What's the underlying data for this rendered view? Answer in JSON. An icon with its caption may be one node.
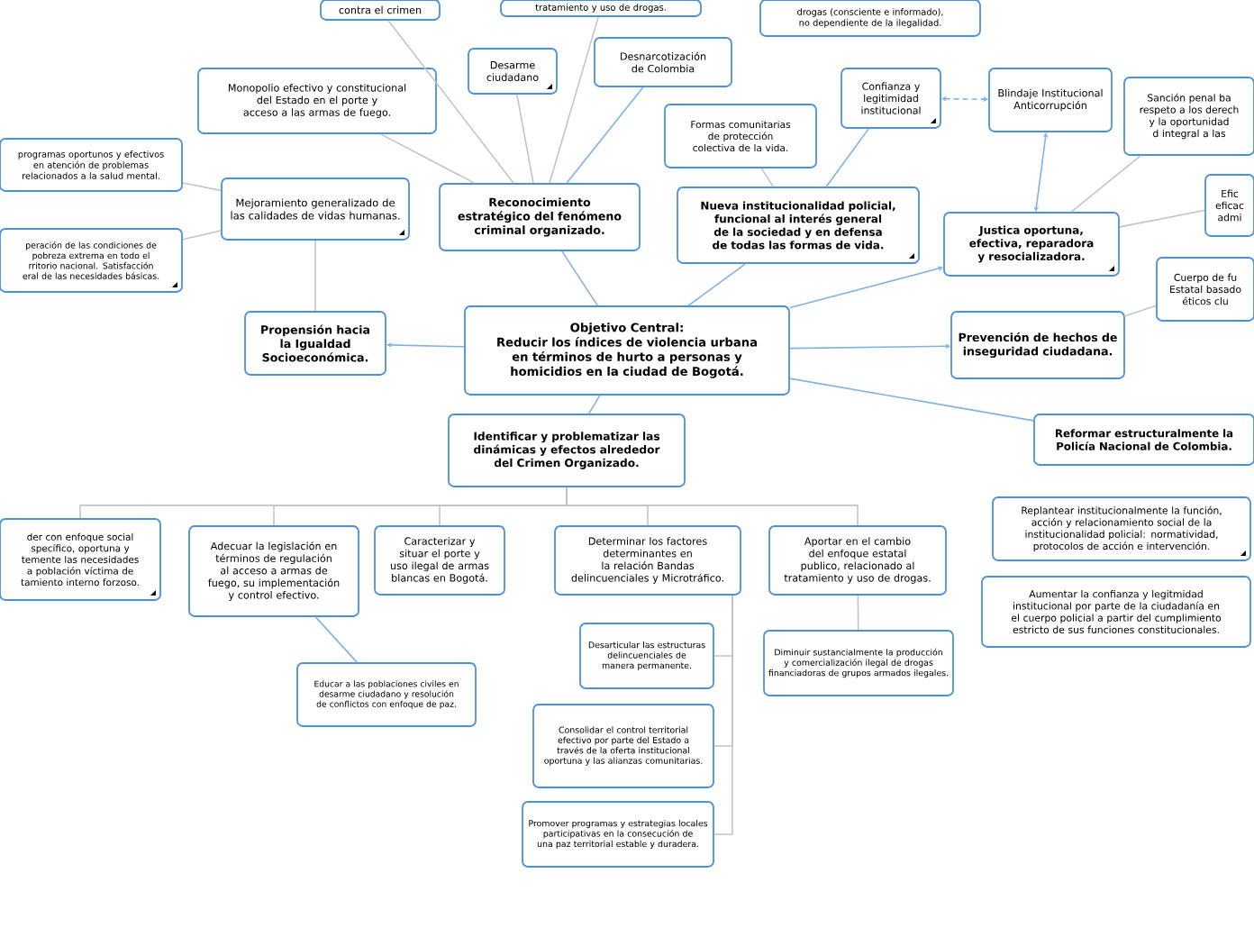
{
  "diagram": {
    "nodes": [
      {
        "text": [
          "Objetivo Central:",
          "Reducir los índices de violencia urbana en términos de hurto a personas y homicidios en la ciudad de Bogotá."
        ]
      },
      {
        "text": [
          "Reconocimiento estratégico del fenómeno criminal organizado."
        ]
      },
      {
        "text": [
          "contra el crimen"
        ]
      },
      {
        "text": [
          "tratamiento y uso de drogas."
        ]
      },
      {
        "text": [
          "Desarme ciudadano"
        ]
      },
      {
        "text": [
          "Desnarcotización de Colombia"
        ]
      },
      {
        "text": [
          "Monopolio efectivo y constitucional del Estado en el porte y acceso a las armas de fuego."
        ]
      },
      {
        "text": [
          "Mejoramiento generalizado de las calidades de vidas humanas."
        ]
      },
      {
        "text": [
          "programas oportunos y efectivos en atención de problemas relacionados a la salud mental."
        ]
      },
      {
        "text": [
          "peración de las condiciones de pobreza extrema en todo el rritorio nacional. Satisfacción eral de las necesidades básicas."
        ]
      },
      {
        "text": [
          "Propensión hacia la Igualdad Socioeconómica."
        ]
      },
      {
        "text": [
          "drogas (consciente e informado), no dependiente de la ilegalidad."
        ]
      },
      {
        "text": [
          "Formas comunitarias de protección colectiva de la vida."
        ]
      },
      {
        "text": [
          "Confianza y legitimidad institucional"
        ]
      },
      {
        "text": [
          "Blindaje Institucional Anticorrupción"
        ]
      },
      {
        "text": [
          "Sanción penal ba respeto a los derech y la oportunidad d integral a las"
        ]
      },
      {
        "text": [
          "Nueva institucionalidad policial, funcional al interés general de la sociedad y en defensa de todas las formas de vida."
        ]
      },
      {
        "text": [
          "Justica oportuna, efectiva, reparadora y resocializadora."
        ]
      },
      {
        "text": [
          "Efic eficac admi"
        ]
      },
      {
        "text": [
          "Cuerpo de fu Estatal basado éticos clu"
        ]
      },
      {
        "text": [
          "Prevención de hechos de inseguridad ciudadana."
        ]
      },
      {
        "text": [
          "Identificar y problematizar las dinámicas y efectos alrededor del Crimen Organizado."
        ]
      },
      {
        "text": [
          "Reformar estructuralmente la Policía Nacional de Colombia."
        ]
      },
      {
        "text": [
          "der con enfoque social specífico, oportuna y temente las necesidades a población víctima de tamiento interno forzoso."
        ]
      },
      {
        "text": [
          "Adecuar la legislación en términos de regulación al acceso a armas de fuego, su implementación y control efectivo."
        ]
      },
      {
        "text": [
          "Caracterizar y situar el porte y uso ilegal de armas blancas en Bogotá."
        ]
      },
      {
        "text": [
          "Determinar los factores determinantes en la relación Bandas delincuenciales y Microtráfico."
        ]
      },
      {
        "text": [
          "Aportar en el cambio del enfoque estatal publico, relacionado al tratamiento y uso de drogas."
        ]
      },
      {
        "text": [
          "Educar a las poblaciones civiles en desarme ciudadano y resolución de conflictos con enfoque de paz."
        ]
      },
      {
        "text": [
          "Desarticular las estructuras delincuenciales de manera permanente."
        ]
      },
      {
        "text": [
          "Consolidar el control territorial efectivo por parte del Estado a través de la oferta institucional oportuna y las alianzas comunitarias."
        ]
      },
      {
        "text": [
          "Promover programas y estrategias locales participativas en la consecución de una paz territorial estable y duradera."
        ]
      },
      {
        "text": [
          "Diminuir sustancialmente la producción y comercialización ilegal de drogas financiadoras de grupos armados ilegales."
        ]
      },
      {
        "text": [
          "Replantear institucionalmente la función, acción y relacionamiento social de la institucionalidad policial: normatividad, protocolos de acción e intervención."
        ]
      },
      {
        "text": [
          "Aumentar la confianza y legitmidad institucional por parte de la ciudadanía en el cuerpo policial a partir del cumplimiento estricto de sus funciones constitucionales."
        ]
      }
    ],
    "edges": [
      {
        "from": 0,
        "to": 1,
        "arrow": "none",
        "color": "#7fb2e5"
      },
      {
        "from": 0,
        "to": 16,
        "arrow": "none",
        "color": "#7fb2e5"
      },
      {
        "from": 0,
        "to": 17,
        "arrow": "to",
        "color": "#7fb2e5"
      },
      {
        "from": 0,
        "to": 20,
        "arrow": "to",
        "color": "#7fb2e5"
      },
      {
        "from": 0,
        "to": 10,
        "arrow": "to",
        "color": "#7fb2e5"
      },
      {
        "from": 0,
        "to": 21,
        "arrow": "none",
        "color": "#7fb2e5"
      },
      {
        "from": 0,
        "to": 22,
        "arrow": "none",
        "color": "#7fb2e5"
      },
      {
        "from": 1,
        "to": 2,
        "arrow": "none"
      },
      {
        "from": 1,
        "to": 3,
        "arrow": "none"
      },
      {
        "from": 1,
        "to": 4,
        "arrow": "none"
      },
      {
        "from": 1,
        "to": 5,
        "arrow": "none",
        "color": "#7fb2e5"
      },
      {
        "from": 1,
        "to": 6,
        "arrow": "none"
      },
      {
        "from": 10,
        "to": 7,
        "arrow": "none"
      },
      {
        "from": 7,
        "to": 8,
        "arrow": "none"
      },
      {
        "from": 7,
        "to": 9,
        "arrow": "none"
      },
      {
        "from": 16,
        "to": 12,
        "arrow": "none"
      },
      {
        "from": 16,
        "to": 13,
        "arrow": "none",
        "color": "#7fb2e5"
      },
      {
        "from": 13,
        "to": 14,
        "arrow": "both",
        "style": "dashed",
        "color": "#7fb2e5"
      },
      {
        "from": 14,
        "to": 17,
        "arrow": "both",
        "color": "#7fb2e5"
      },
      {
        "from": 17,
        "to": 15,
        "arrow": "none"
      },
      {
        "from": 17,
        "to": 18,
        "arrow": "none"
      },
      {
        "from": 20,
        "to": 19,
        "arrow": "none"
      },
      {
        "from": 21,
        "to": 23,
        "arrow": "none"
      },
      {
        "from": 21,
        "to": 24,
        "arrow": "none"
      },
      {
        "from": 21,
        "to": 25,
        "arrow": "none"
      },
      {
        "from": 21,
        "to": 26,
        "arrow": "none"
      },
      {
        "from": 21,
        "to": 27,
        "arrow": "none"
      },
      {
        "from": 24,
        "to": 28,
        "arrow": "none",
        "color": "#7fb2e5"
      },
      {
        "from": 26,
        "to": 29,
        "arrow": "none"
      },
      {
        "from": 26,
        "to": 30,
        "arrow": "none"
      },
      {
        "from": 26,
        "to": 31,
        "arrow": "none"
      },
      {
        "from": 27,
        "to": 32,
        "arrow": "none"
      }
    ]
  }
}
